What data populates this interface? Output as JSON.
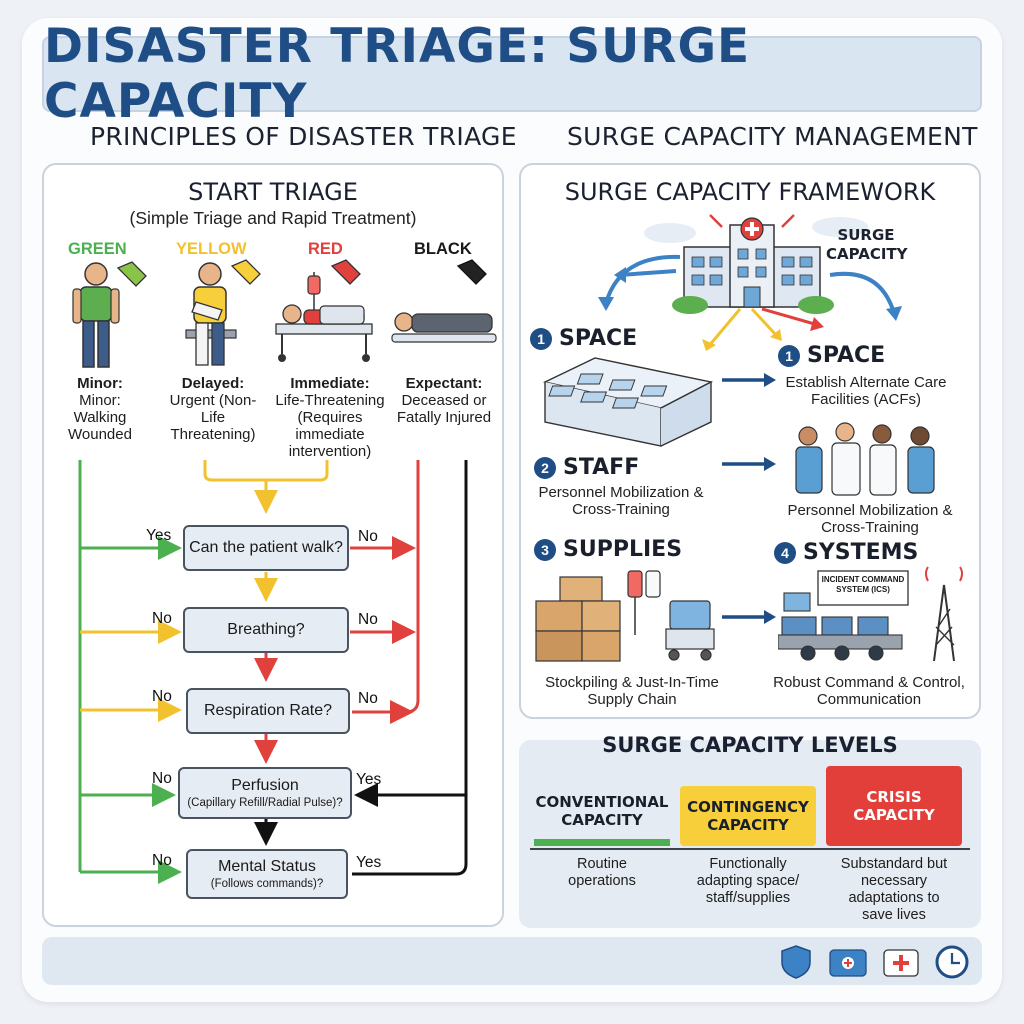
{
  "title": "DISASTER TRIAGE: SURGE CAPACITY",
  "left": {
    "heading": "PRINCIPLES OF DISASTER TRIAGE",
    "panel_title": "START TRIAGE",
    "panel_subtitle": "(Simple Triage and Rapid Treatment)",
    "categories": [
      {
        "name": "GREEN",
        "color": "#4caf50",
        "label": "Minor:",
        "desc": "Minor: Walking Wounded"
      },
      {
        "name": "YELLOW",
        "color": "#f2c12e",
        "label": "Delayed:",
        "desc": "Urgent (Non-Life Threatening)"
      },
      {
        "name": "RED",
        "color": "#e0413c",
        "label": "Immediate:",
        "desc": "Life-Threatening (Requires immediate intervention)"
      },
      {
        "name": "BLACK",
        "color": "#1a1a1a",
        "label": "Expectant:",
        "desc": "Deceased or Fatally Injured"
      }
    ],
    "flow": {
      "walk": "Can the patient walk?",
      "breathing": "Breathing?",
      "resp": "Respiration Rate?",
      "perfusion": "Perfusion",
      "perfusion_sub": "(Capillary Refill/Radial Pulse)?",
      "mental": "Mental Status",
      "mental_sub": "(Follows commands)?",
      "yes": "Yes",
      "no": "No"
    }
  },
  "right": {
    "heading": "SURGE CAPACITY MANAGEMENT",
    "panel_title": "SURGE CAPACITY FRAMEWORK",
    "surge_label": "SURGE CAPACITY",
    "steps": [
      {
        "num": "1",
        "title": "SPACE"
      },
      {
        "num": "1",
        "title": "SPACE",
        "desc": "Establish Alternate Care Facilities (ACFs)"
      },
      {
        "num": "2",
        "title": "STAFF",
        "desc": "Personnel Mobilization & Cross-Training"
      },
      {
        "num": "",
        "title": "",
        "desc": "Personnel Mobilization & Cross-Training"
      },
      {
        "num": "3",
        "title": "SUPPLIES",
        "desc": "Stockpiling & Just-In-Time Supply Chain"
      },
      {
        "num": "4",
        "title": "SYSTEMS",
        "desc": "Robust Command & Control, Communication"
      }
    ],
    "ics_label": "INCIDENT COMMAND SYSTEM (ICS)",
    "levels_title": "SURGE CAPACITY LEVELS",
    "levels": [
      {
        "name": "CONVENTIONAL CAPACITY",
        "desc": "Routine operations",
        "color": "#4caf50"
      },
      {
        "name": "CONTINGENCY CAPACITY",
        "desc": "Functionally adapting space/ staff/supplies",
        "color": "#f6cf3a"
      },
      {
        "name": "CRISIS CAPACITY",
        "desc": "Substandard but necessary adaptations to save lives",
        "color": "#e23f3b"
      }
    ]
  },
  "footer_icons": [
    "shield-icon",
    "first-aid-kit-icon",
    "medical-cross-icon",
    "clock-icon"
  ]
}
